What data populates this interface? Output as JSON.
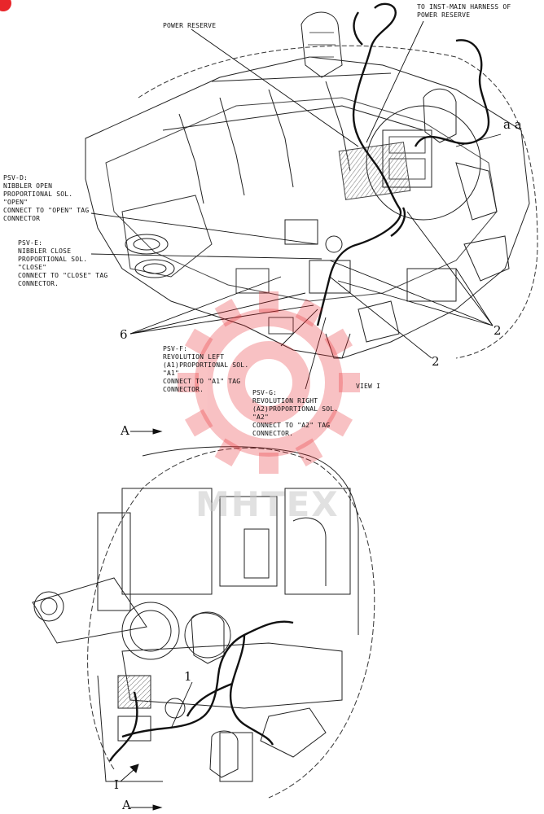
{
  "labels": {
    "power_reserve": "POWER RESERVE",
    "to_inst_main": "TO INST-MAIN HARNESS OF\nPOWER RESERVE",
    "aa": "a a",
    "psv_d": "PSV-D:\nNIBBLER OPEN\nPROPORTIONAL SOL.\n\"OPEN\"\nCONNECT TO \"OPEN\" TAG\nCONNECTOR",
    "psv_e": "PSV-E:\nNIBBLER CLOSE\nPROPORTIONAL SOL.\n\"CLOSE\"\nCONNECT TO \"CLOSE\" TAG\nCONNECTOR.",
    "psv_f": "PSV-F:\nREVOLUTION LEFT\n(A1)PROPORTIONAL SOL.\n\"A1\"\nCONNECT TO \"A1\" TAG\nCONNECTOR.",
    "psv_g": "PSV-G:\nREVOLUTION RIGHT\n(A2)PROPORTIONAL SOL.\n\"A2\"\nCONNECT TO \"A2\" TAG\nCONNECTOR.",
    "view_i": "VIEW I",
    "callout_6": "6",
    "callout_2a": "2",
    "callout_2b": "2",
    "callout_1": "1",
    "view_a_top": "A",
    "view_a_bottom": "A",
    "view_i_marker": "I"
  },
  "watermark": {
    "text": "MHTEX",
    "color": "#e8262b"
  }
}
